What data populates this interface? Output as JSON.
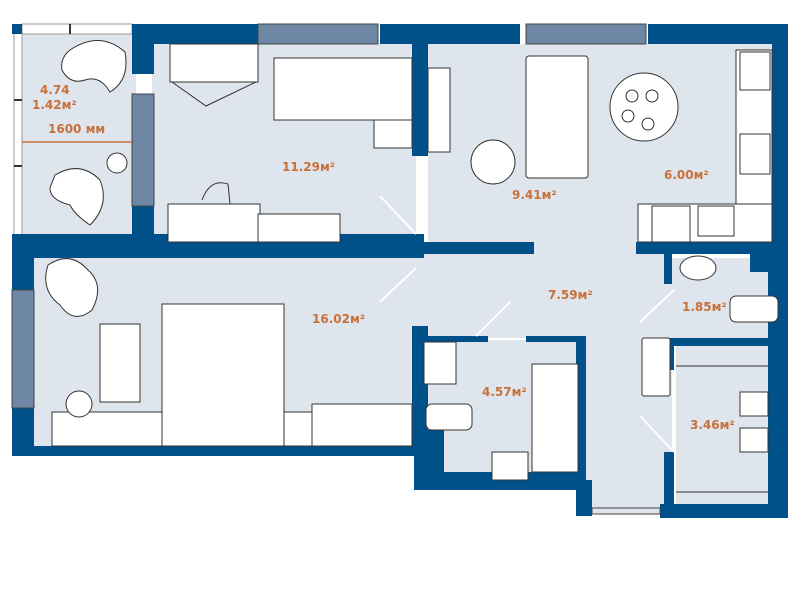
{
  "colors": {
    "wall": "#00518a",
    "floor": "#dfe5ec",
    "window": "#6d87a5",
    "label": "#c8703a",
    "furniture": "#ffffff",
    "outline": "#333333"
  },
  "rooms": [
    {
      "id": "balcony",
      "area": "1.42м²",
      "fraction_top": "4.74",
      "dimension": "1600 мм"
    },
    {
      "id": "bedroom-small",
      "area": "11.29м²"
    },
    {
      "id": "living-room",
      "area": "9.41м²"
    },
    {
      "id": "kitchen",
      "area": "6.00м²"
    },
    {
      "id": "bedroom-master",
      "area": "16.02м²"
    },
    {
      "id": "hallway",
      "area": "7.59м²"
    },
    {
      "id": "toilet",
      "area": "1.85м²"
    },
    {
      "id": "bathroom",
      "area": "4.57м²"
    },
    {
      "id": "wardrobe",
      "area": "3.46м²"
    }
  ]
}
